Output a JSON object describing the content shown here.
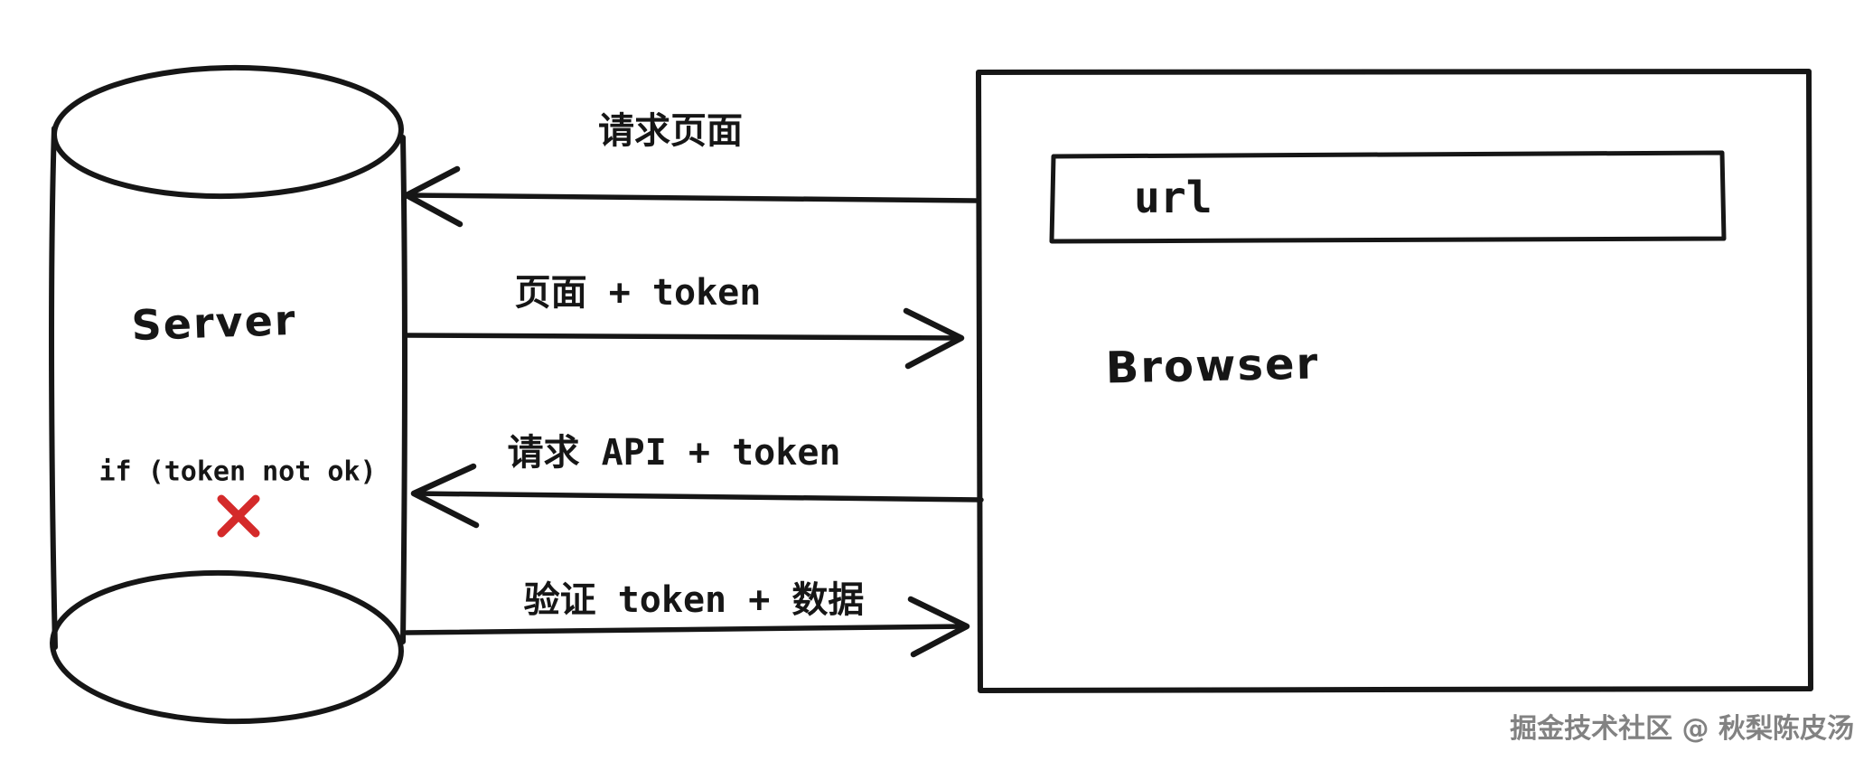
{
  "server": {
    "label": "Server",
    "condition": "if (token not ok)",
    "fail_icon": "x-cross",
    "fail_color": "#d42a2a"
  },
  "browser": {
    "label": "Browser",
    "url_label": "url"
  },
  "arrows": [
    {
      "label": "请求页面",
      "direction": "browser-to-server"
    },
    {
      "label": "页面 + token",
      "direction": "server-to-browser"
    },
    {
      "label": "请求 API + token",
      "direction": "browser-to-server"
    },
    {
      "label": "验证 token + 数据",
      "direction": "server-to-browser"
    }
  ],
  "watermark": "掘金技术社区 @ 秋梨陈皮汤",
  "colors": {
    "ink": "#161616",
    "background": "#ffffff",
    "fail": "#d42a2a",
    "watermark": "#828282"
  }
}
